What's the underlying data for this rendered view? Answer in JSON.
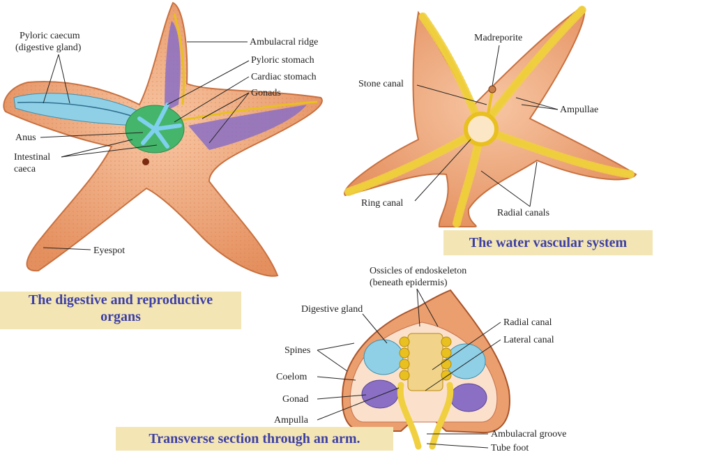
{
  "panels": {
    "digestive": {
      "caption_line1": "The digestive and reproductive",
      "caption_line2": "organs",
      "labels": {
        "pyloric_caecum_1": "Pyloric caecum",
        "pyloric_caecum_2": "(digestive gland)",
        "ambulacral_ridge": "Ambulacral ridge",
        "pyloric_stomach": "Pyloric stomach",
        "cardiac_stomach": "Cardiac stomach",
        "gonads": "Gonads",
        "anus": "Anus",
        "intestinal_caeca_1": "Intestinal",
        "intestinal_caeca_2": "caeca",
        "eyespot": "Eyespot"
      }
    },
    "water_vascular": {
      "caption": "The water vascular system",
      "labels": {
        "madreporite": "Madreporite",
        "stone_canal": "Stone canal",
        "ampullae": "Ampullae",
        "ring_canal": "Ring canal",
        "radial_canals": "Radial canals"
      }
    },
    "transverse": {
      "caption": "Transverse section through an arm.",
      "labels": {
        "ossicles_1": "Ossicles of endoskeleton",
        "ossicles_2": "(beneath epidermis)",
        "digestive_gland": "Digestive gland",
        "radial_canal": "Radial canal",
        "lateral_canal": "Lateral canal",
        "spines": "Spines",
        "coelom": "Coelom",
        "gonad": "Gonad",
        "ampulla": "Ampulla",
        "ambulacral_groove": "Ambulacral groove",
        "tube_foot": "Tube foot"
      }
    }
  },
  "colors": {
    "body": "#eda57c",
    "body_edge": "#c8703f",
    "digestive_gland": "#8fd0e6",
    "stomach": "#44b56a",
    "gonad": "#8a6fc4",
    "canal": "#e8c020",
    "canal_edge": "#b98a08",
    "caption_bg": "#f3e6b4",
    "caption_text": "#3d3fa6"
  }
}
